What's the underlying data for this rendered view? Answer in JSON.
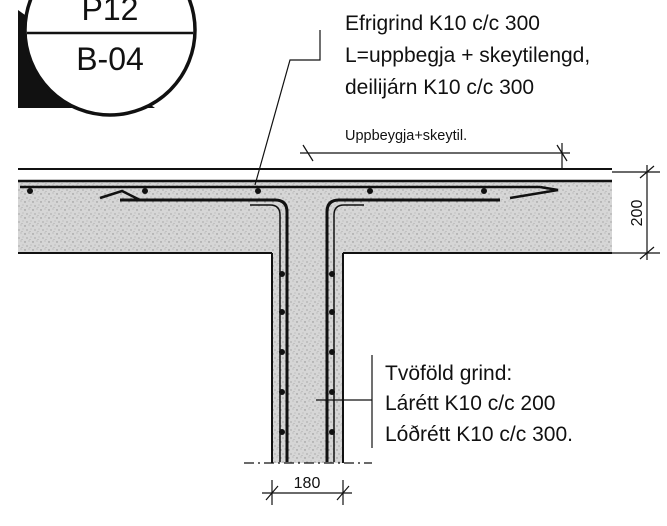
{
  "badge": {
    "top_label": "P12",
    "bottom_label": "B-04"
  },
  "annotations": {
    "top_bar_lines": [
      "Efrigrind K10 c/c 300",
      "L=uppbegja + skeytilengd,",
      "deilijárn K10 c/c 300"
    ],
    "lap_label": "Uppbeygja+skeytil.",
    "wall_bar_lines": [
      "Tvöföld grind:",
      "Lárétt K10 c/c 200",
      "Lóðrétt K10 c/c 300."
    ]
  },
  "dimensions": {
    "slab_thickness": "200",
    "wall_thickness": "180"
  },
  "colors": {
    "ink": "#111111",
    "concrete": "#d4d4d4",
    "badge_fill": "#ffffff"
  }
}
